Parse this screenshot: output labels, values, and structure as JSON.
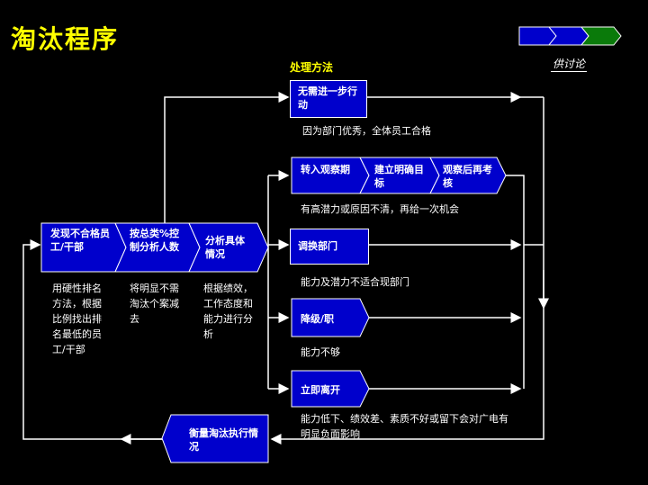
{
  "title": "淘汰程序",
  "methods_header": "处理方法",
  "discussion_tag": "供讨论",
  "steps": {
    "find": "发现不合格员工/干部",
    "control": "按总类%控制分析人数",
    "analyze": "分析具体情况"
  },
  "step_notes": {
    "find": "用硬性排名方法，根据比例找出排名最低的员工/干部",
    "control": "将明显不需淘汰个案减去",
    "analyze": "根据绩效，工作态度和能力进行分析"
  },
  "actions": {
    "no_action": "无需进一步行动",
    "observe": "转入观察期",
    "set_goal": "建立明确目标",
    "reassess": "观察后再考核",
    "transfer": "调换部门",
    "demote": "降级/职",
    "dismiss": "立即离开"
  },
  "action_notes": {
    "no_action": "因为部门优秀，全体员工合格",
    "observe": "有高潜力或原因不清，再给一次机会",
    "transfer": "能力及潜力不适合现部门",
    "demote": "能力不够",
    "dismiss": "能力低下、绩效差、素质不好或留下会对广电有明显负面影响"
  },
  "measure": "衡量淘汰执行情况",
  "colors": {
    "box_fill": "#0000cc",
    "title": "#ffff00",
    "chevron_green": "#0a7a0a"
  }
}
